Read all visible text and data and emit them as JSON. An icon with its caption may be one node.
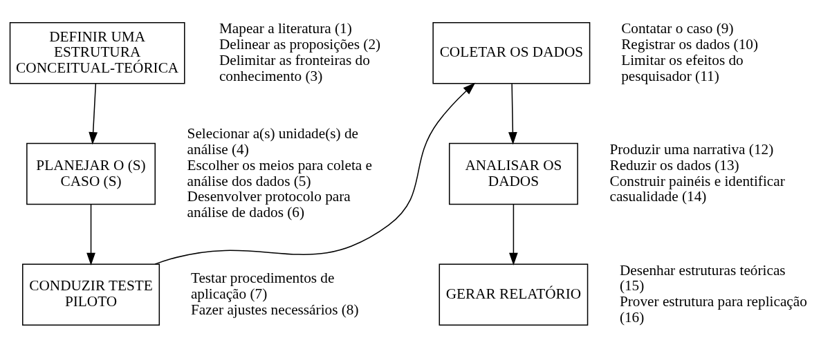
{
  "diagram": {
    "nodes": [
      {
        "text": [
          "DEFINIR UMA ESTRUTURA CONCEITUAL-TEÓRICA"
        ],
        "beside": [
          "Mapear a literatura (1)",
          "Delinear as proposições (2)",
          "Delimitar as fronteiras do conhecimento (3)"
        ]
      },
      {
        "text": [
          "PLANEJAR O (S) CASO (S)"
        ],
        "beside": [
          "Selecionar a(s) unidade(s) de análise (4)",
          "Escolher os meios para coleta e análise dos dados (5)",
          "Desenvolver protocolo para análise de dados (6)"
        ]
      },
      {
        "text": [
          "CONDUZIR TESTE PILOTO"
        ],
        "beside": [
          "Testar procedimentos de aplicação (7)",
          "Fazer ajustes necessários (8)"
        ]
      },
      {
        "text": [
          "COLETAR OS DADOS"
        ],
        "beside": [
          "Contatar o caso (9)",
          "Registrar os dados (10)",
          "Limitar os efeitos do pesquisador (11)"
        ]
      },
      {
        "text": [
          "ANALISAR OS DADOS"
        ],
        "beside": [
          "Produzir uma narrativa (12)",
          "Reduzir os dados (13)",
          "Construir painéis e identificar casualidade (14)"
        ]
      },
      {
        "text": [
          "GERAR RELATÓRIO"
        ],
        "beside": [
          "Desenhar estruturas teóricas (15)",
          "Prover estrutura para replicação (16)"
        ]
      }
    ],
    "edges": [
      {
        "from": 0,
        "to": 1,
        "arrow": "to"
      },
      {
        "from": 1,
        "to": 2,
        "arrow": "to"
      },
      {
        "from": 2,
        "to": 3,
        "arrow": "to"
      },
      {
        "from": 3,
        "to": 4,
        "arrow": "to"
      },
      {
        "from": 4,
        "to": 5,
        "arrow": "to"
      }
    ]
  }
}
